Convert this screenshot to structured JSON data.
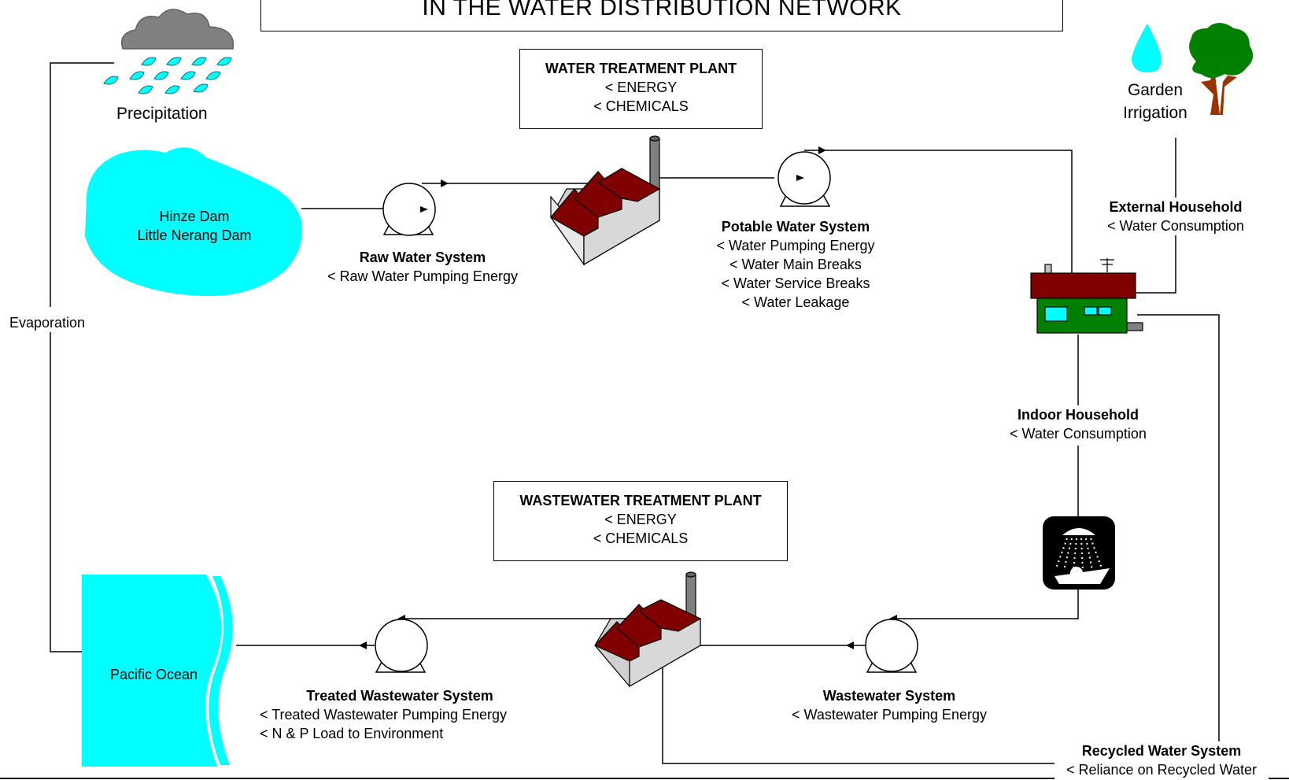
{
  "title": "IN THE WATER DISTRIBUTION NETWORK",
  "nodes": {
    "precipitation": "Precipitation",
    "evaporation": "Evaporation",
    "dam": [
      "Hinze Dam",
      "Little Nerang Dam"
    ],
    "garden": [
      "Garden",
      "Irrigation"
    ],
    "ocean": "Pacific Ocean"
  },
  "water_treatment_plant": {
    "title": "WATER TREATMENT PLANT",
    "lines": [
      "< ENERGY",
      "< CHEMICALS"
    ]
  },
  "wastewater_treatment_plant": {
    "title": "WASTEWATER TREATMENT PLANT",
    "lines": [
      "< ENERGY",
      "< CHEMICALS"
    ]
  },
  "raw_water_system": {
    "title": "Raw Water System",
    "lines": [
      "< Raw Water Pumping Energy"
    ]
  },
  "potable_water_system": {
    "title": "Potable Water System",
    "lines": [
      "< Water Pumping Energy",
      "< Water Main Breaks",
      "< Water Service Breaks",
      "< Water Leakage"
    ]
  },
  "external_household": {
    "title": "External Household",
    "lines": [
      "< Water Consumption"
    ]
  },
  "indoor_household": {
    "title": "Indoor Household",
    "lines": [
      "< Water Consumption"
    ]
  },
  "wastewater_system": {
    "title": "Wastewater System",
    "lines": [
      "< Wastewater Pumping Energy"
    ]
  },
  "treated_wastewater_system": {
    "title": "Treated Wastewater System",
    "lines": [
      "< Treated Wastewater Pumping Energy",
      "< N & P Load to Environment"
    ]
  },
  "recycled_water_system": {
    "title": "Recycled Water System",
    "lines": [
      "< Reliance on Recycled Water"
    ]
  },
  "colors": {
    "water": "#00ffff",
    "roof": "#800000",
    "house_wall": "#008000",
    "cloud": "#808080",
    "factory_wall": "#d0d0d0",
    "tree_foliage": "#008000",
    "tree_trunk": "#993300"
  },
  "icons": [
    "cloud-rain-icon",
    "water-drop-icon",
    "tree-icon",
    "pump-icon",
    "factory-icon",
    "house-icon",
    "shower-icon"
  ]
}
